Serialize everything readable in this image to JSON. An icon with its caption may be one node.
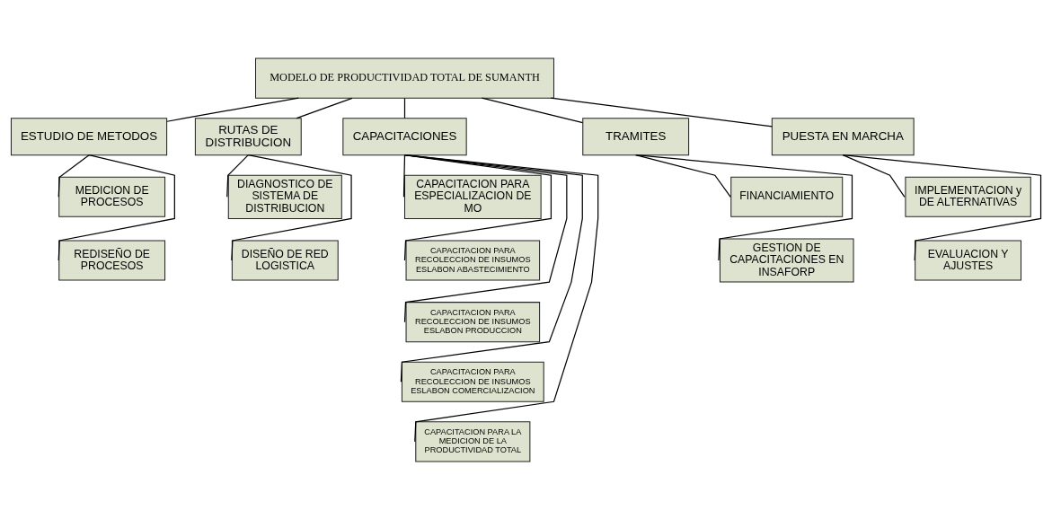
{
  "diagram": {
    "nodes": [
      {
        "text": [
          "MODELO DE PRODUCTIVIDAD TOTAL DE SUMANTH"
        ]
      },
      {
        "text": [
          "ESTUDIO DE METODOS"
        ]
      },
      {
        "text": [
          "RUTAS DE DISTRIBUCION"
        ]
      },
      {
        "text": [
          "CAPACITACIONES"
        ]
      },
      {
        "text": [
          "TRAMITES"
        ]
      },
      {
        "text": [
          "PUESTA EN MARCHA"
        ]
      },
      {
        "text": [
          "MEDICION DE PROCESOS"
        ]
      },
      {
        "text": [
          "REDISEÑO DE PROCESOS"
        ]
      },
      {
        "text": [
          "DIAGNOSTICO DE SISTEMA DE DISTRIBUCION"
        ]
      },
      {
        "text": [
          "DISEÑO DE RED LOGISTICA"
        ]
      },
      {
        "text": [
          "CAPACITACION PARA ESPECIALIZACION DE MO"
        ]
      },
      {
        "text": [
          "CAPACITACION PARA RECOLECCION DE INSUMOS ESLABON ABASTECIMIENTO"
        ]
      },
      {
        "text": [
          "CAPACITACION PARA RECOLECCION DE INSUMOS ESLABON PRODUCCION"
        ]
      },
      {
        "text": [
          "CAPACITACION PARA RECOLECCION DE INSUMOS ESLABON COMERCIALIZACION"
        ]
      },
      {
        "text": [
          "CAPACITACION PARA LA MEDICION DE LA PRODUCTIVIDAD TOTAL"
        ]
      },
      {
        "text": [
          "FINANCIAMIENTO"
        ]
      },
      {
        "text": [
          "GESTION DE CAPACITACIONES EN INSAFORP"
        ]
      },
      {
        "text": [
          "IMPLEMENTACION y DE ALTERNATIVAS"
        ]
      },
      {
        "text": [
          "EVALUACION Y AJUSTES"
        ]
      }
    ],
    "edges": [
      {
        "from": 0,
        "to": 1,
        "arrow": "none"
      },
      {
        "from": 0,
        "to": 2,
        "arrow": "none"
      },
      {
        "from": 0,
        "to": 3,
        "arrow": "none"
      },
      {
        "from": 0,
        "to": 4,
        "arrow": "none"
      },
      {
        "from": 0,
        "to": 5,
        "arrow": "none"
      },
      {
        "from": 1,
        "to": 6,
        "arrow": "none"
      },
      {
        "from": 1,
        "to": 7,
        "arrow": "none"
      },
      {
        "from": 2,
        "to": 8,
        "arrow": "none"
      },
      {
        "from": 2,
        "to": 9,
        "arrow": "none"
      },
      {
        "from": 3,
        "to": 10,
        "arrow": "none"
      },
      {
        "from": 3,
        "to": 11,
        "arrow": "none"
      },
      {
        "from": 3,
        "to": 12,
        "arrow": "none"
      },
      {
        "from": 3,
        "to": 13,
        "arrow": "none"
      },
      {
        "from": 3,
        "to": 14,
        "arrow": "none"
      },
      {
        "from": 4,
        "to": 15,
        "arrow": "none"
      },
      {
        "from": 4,
        "to": 16,
        "arrow": "none"
      },
      {
        "from": 5,
        "to": 17,
        "arrow": "none"
      },
      {
        "from": 5,
        "to": 18,
        "arrow": "none"
      }
    ]
  }
}
